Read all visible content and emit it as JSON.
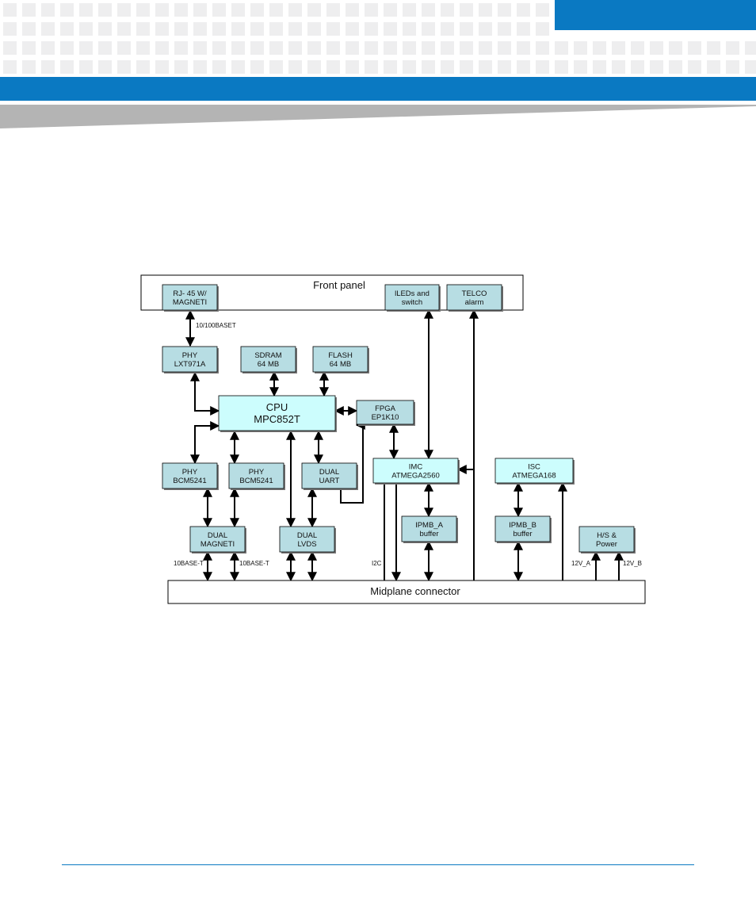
{
  "colors": {
    "brand_blue": "#0a79c2",
    "grid_tile": "#eeeeef",
    "grey_band": "#b4b4b4",
    "box_fill": "#b7dde3",
    "highlight_fill": "#ccfdfd",
    "line": "#000000"
  },
  "diagram": {
    "front_panel": "Front panel",
    "midplane": "Midplane connector",
    "blocks": {
      "rj45": [
        "RJ- 45 W/",
        "MAGNETI"
      ],
      "leds": [
        "lLEDs and",
        "switch"
      ],
      "telco": [
        "TELCO",
        "alarm"
      ],
      "phy_lxt": [
        "PHY",
        "LXT971A"
      ],
      "sdram": [
        "SDRAM",
        "64 MB"
      ],
      "flash": [
        "FLASH",
        "64 MB"
      ],
      "cpu": [
        "CPU",
        "MPC852T"
      ],
      "fpga": [
        "FPGA",
        "EP1K10"
      ],
      "imc": [
        "IMC",
        "ATMEGA2560"
      ],
      "isc": [
        "ISC",
        "ATMEGA168"
      ],
      "phy_bcm1": [
        "PHY",
        "BCM5241"
      ],
      "phy_bcm2": [
        "PHY",
        "BCM5241"
      ],
      "dual_uart": [
        "DUAL",
        "UART"
      ],
      "dual_magneti": [
        "DUAL",
        "MAGNETI"
      ],
      "dual_lvds": [
        "DUAL",
        "LVDS"
      ],
      "ipmb_a": [
        "IPMB_A",
        "buffer"
      ],
      "ipmb_b": [
        "IPMB_B",
        "buffer"
      ],
      "hs_power": [
        "H/S &",
        "Power"
      ]
    },
    "signal_labels": {
      "eth_10_100": "10/100BASET",
      "base_t_left": "10BASE-T",
      "base_t_right": "10BASE-T",
      "i2c": "I2C",
      "v12_a": "12V_A",
      "v12_b": "12V_B"
    }
  }
}
